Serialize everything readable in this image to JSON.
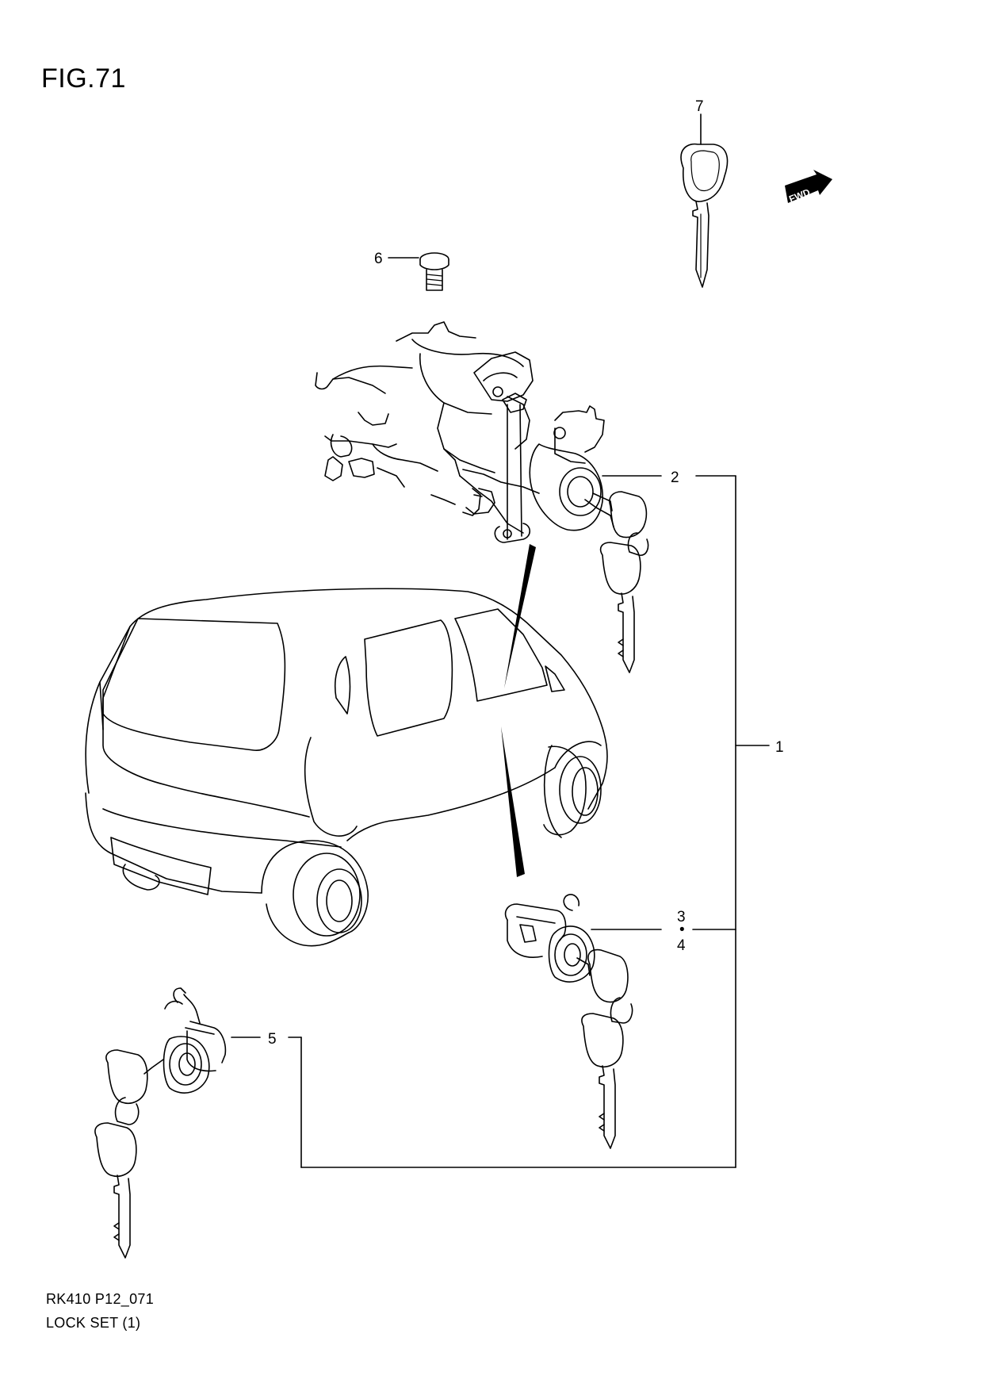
{
  "figure": {
    "title": "FIG.71"
  },
  "footer": {
    "code": "RK410 P12_071",
    "name": "LOCK SET (1)"
  },
  "callouts": {
    "c1": "1",
    "c2": "2",
    "c3": "3",
    "c3_sep": "•",
    "c4": "4",
    "c5": "5",
    "c6": "6",
    "c7": "7"
  },
  "fwd_badge": "FWD"
}
